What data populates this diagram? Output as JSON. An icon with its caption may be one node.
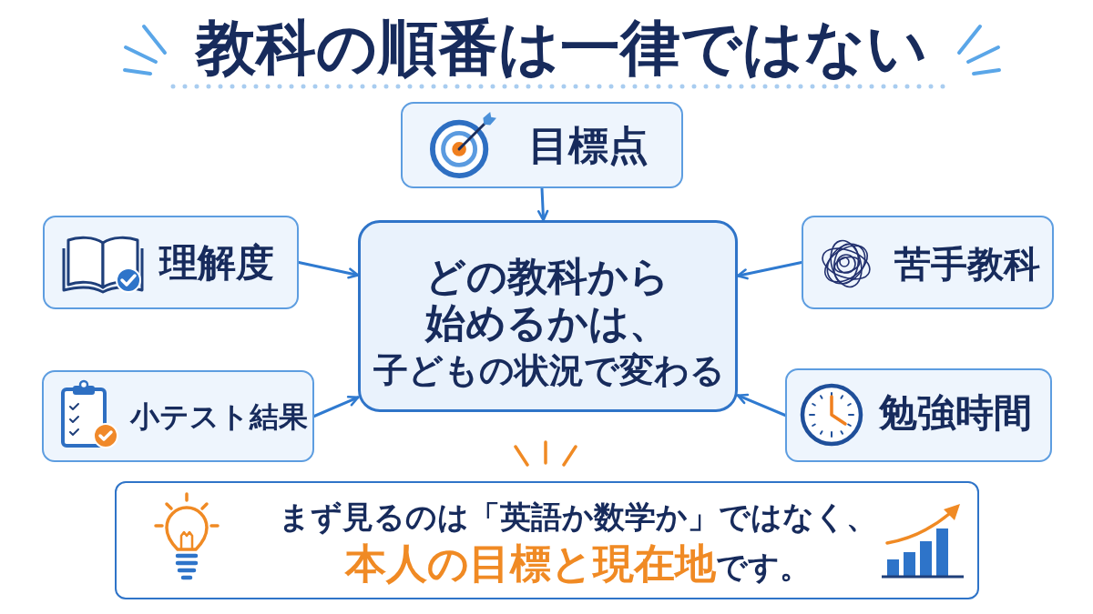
{
  "diagram": {
    "title": "教科の順番は一律ではない",
    "nodes": [
      {
        "text": [
          "目標点"
        ]
      },
      {
        "text": [
          "どの教科から始めるかは、",
          "子どもの状況で変わる"
        ]
      },
      {
        "text": [
          "理解度"
        ]
      },
      {
        "text": [
          "苦手教科"
        ]
      },
      {
        "text": [
          "小テスト結果"
        ]
      },
      {
        "text": [
          "勉強時間"
        ]
      },
      {
        "text": [
          "まず見るのは「英語か数学か」ではなく、**本人の目標と現在地**です。"
        ]
      }
    ],
    "edges": [
      {
        "from": 0,
        "to": 1,
        "arrow": "to"
      },
      {
        "from": 2,
        "to": 1,
        "arrow": "to"
      },
      {
        "from": 3,
        "to": 1,
        "arrow": "to"
      },
      {
        "from": 4,
        "to": 1,
        "arrow": "to"
      },
      {
        "from": 5,
        "to": 1,
        "arrow": "to"
      }
    ]
  }
}
